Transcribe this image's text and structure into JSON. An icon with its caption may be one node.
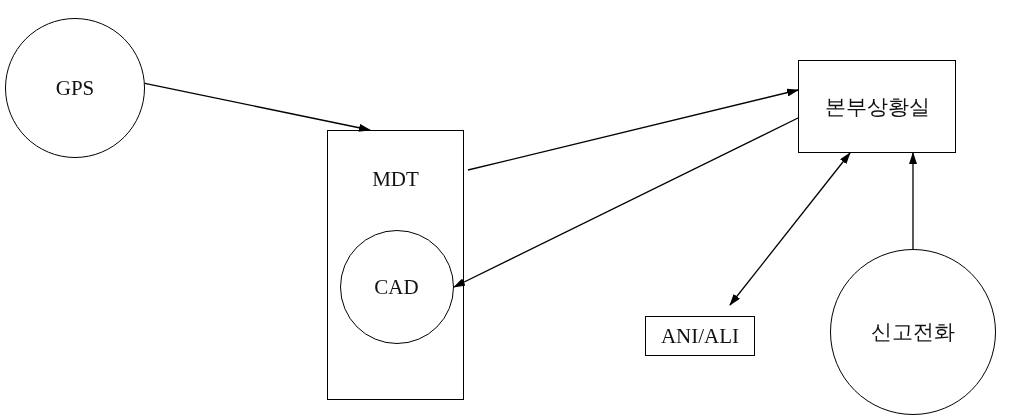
{
  "diagram": {
    "nodes": [
      {
        "text": [
          "GPS"
        ]
      },
      {
        "text": [
          "MDT"
        ]
      },
      {
        "text": [
          "CAD"
        ],
        "in": 1
      },
      {
        "text": [
          "본부상황실"
        ]
      },
      {
        "text": [
          "ANI/ALI"
        ]
      },
      {
        "text": [
          "신고전화"
        ]
      }
    ],
    "edges": [
      {
        "from": 0,
        "to": 1,
        "arrow": "to"
      },
      {
        "from": 1,
        "to": 3,
        "arrow": "to"
      },
      {
        "from": 3,
        "to": 2,
        "arrow": "to"
      },
      {
        "from": 3,
        "to": 4,
        "arrow": "both"
      },
      {
        "from": 5,
        "to": 3,
        "arrow": "to"
      }
    ]
  }
}
